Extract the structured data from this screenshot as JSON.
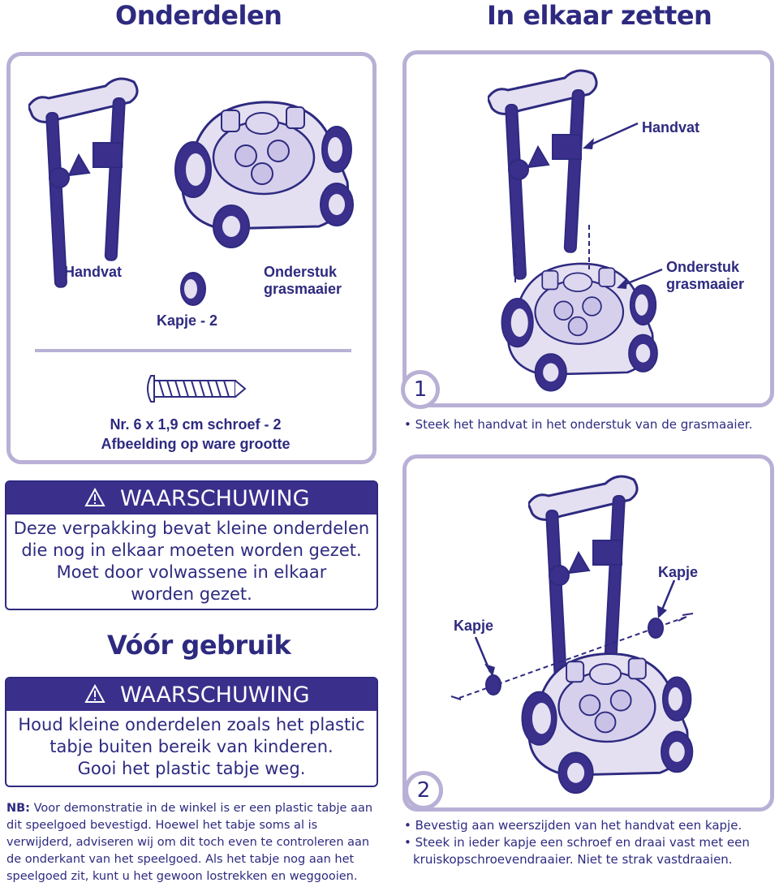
{
  "headings": {
    "parts": "Onderdelen",
    "assembly": "In elkaar zetten",
    "before_use": "Vóór gebruik"
  },
  "parts_panel": {
    "handle_label": "Handvat",
    "base_label": "Onderstuk grasmaaier",
    "cap_label": "Kapje - 2",
    "screw_caption_1": "Nr. 6 x 1,9 cm schroef - 2",
    "screw_caption_2": "Afbeelding op ware grootte"
  },
  "step1": {
    "number": "1",
    "handle_label": "Handvat",
    "base_label": "Onderstuk grasmaaier",
    "bullets": [
      "Steek het handvat in het onderstuk van de grasmaaier."
    ]
  },
  "step2": {
    "number": "2",
    "cap_label_left": "Kapje",
    "cap_label_right": "Kapje",
    "bullets": [
      "Bevestig aan weerszijden van het handvat een kapje.",
      "Steek in ieder kapje een schroef en draai vast met een kruiskopschroevendraaier. Niet te strak vastdraaien."
    ]
  },
  "warning1": {
    "title": "WAARSCHUWING",
    "lines": [
      "Deze verpakking bevat kleine onderdelen",
      "die nog in elkaar moeten worden gezet.",
      "Moet door volwassene in elkaar",
      "worden gezet."
    ]
  },
  "warning2": {
    "title": "WAARSCHUWING",
    "lines": [
      "Houd kleine onderdelen zoals het plastic",
      "tabje buiten bereik van kinderen.",
      "Gooi het plastic tabje weg."
    ]
  },
  "note": {
    "prefix": "NB:",
    "text": " Voor demonstratie in de winkel is er een plastic tabje aan dit speelgoed bevestigd. Hoewel het tabje soms al is verwijderd, adviseren wij om dit toch even te controleren aan de onderkant van het speelgoed. Als het tabje nog aan het speelgoed zit, kunt u het gewoon lostrekken en weggooien."
  },
  "colors": {
    "ink": "#2e2a80",
    "panel_border": "#b9b0d6",
    "warning_bg": "#3b2f8c",
    "toy_fill": "#e4e0f2"
  },
  "icons": [
    "warning-triangle-icon",
    "handle-illustration",
    "mower-base-illustration",
    "cap-illustration",
    "screw-illustration"
  ]
}
